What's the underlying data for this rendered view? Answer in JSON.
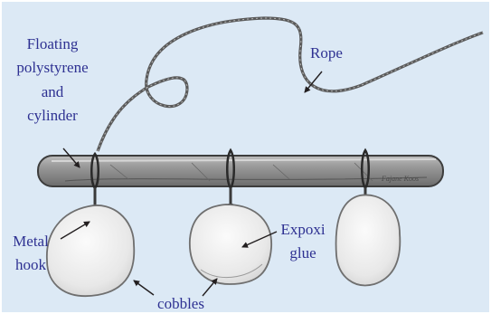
{
  "colors": {
    "background": "#dce9f5",
    "label_text": "#2e3192",
    "pointer": "#231f20",
    "rope": "#5a5a5a",
    "cylinder": "#8f8f8f",
    "cobble_fill": "#efefef",
    "cobble_stroke": "#6f6f6f"
  },
  "labels": {
    "floating_line1": "Floating",
    "floating_line2": "polystyrene",
    "floating_line3": "and",
    "floating_line4": "cylinder",
    "rope": "Rope",
    "metal_line1": "Metal",
    "metal_line2": "hook",
    "expoxi_line1": "Expoxi",
    "expoxi_line2": "glue",
    "cobbles": "cobbles"
  }
}
